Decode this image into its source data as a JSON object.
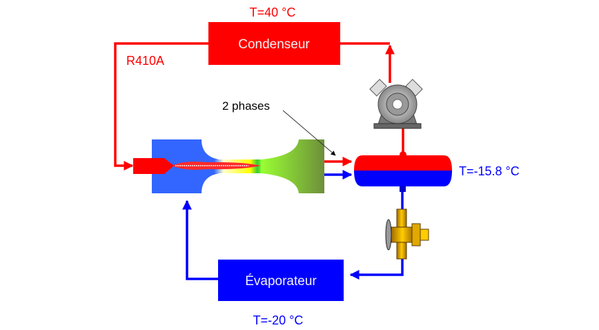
{
  "labels": {
    "condenser_temp": "T=40 °C",
    "condenser": "Condenseur",
    "refrigerant": "R410A",
    "two_phase": "2 phases",
    "separator_temp": "T=-15.8 °C",
    "evaporator": "Évaporateur",
    "evaporator_temp": "T=-20 °C"
  },
  "colors": {
    "hot_line": "#ff0000",
    "cold_line": "#0000ff",
    "ejector_body": "#3366ff",
    "diffuser": "#7ea83a"
  },
  "icons": {
    "compressor": "compressor-icon",
    "expansion_valve": "expansion-valve-icon",
    "ejector": "ejector-icon",
    "separator": "separator-tank-icon"
  }
}
